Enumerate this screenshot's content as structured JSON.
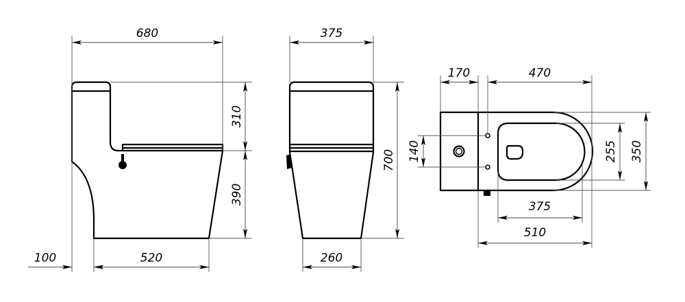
{
  "drawing": {
    "type": "technical dimension drawing",
    "subject": "one-piece toilet",
    "units": "mm",
    "line_color": "#000000",
    "background": "#ffffff"
  },
  "views": {
    "side": {
      "name": "Side view",
      "dimensions": {
        "overall_length": "680",
        "tank_height": "310",
        "bowl_height": "390",
        "wall_offset": "100",
        "base_length": "520"
      }
    },
    "front": {
      "name": "Front view",
      "dimensions": {
        "overall_width": "375",
        "overall_height": "700",
        "base_width": "260"
      }
    },
    "top": {
      "name": "Top view",
      "dimensions": {
        "tank_depth": "170",
        "bowl_length": "470",
        "bolt_spacing": "140",
        "seat_opening_width": "255",
        "overall_width": "350",
        "seat_length": "375",
        "overall_length": "510"
      }
    }
  }
}
